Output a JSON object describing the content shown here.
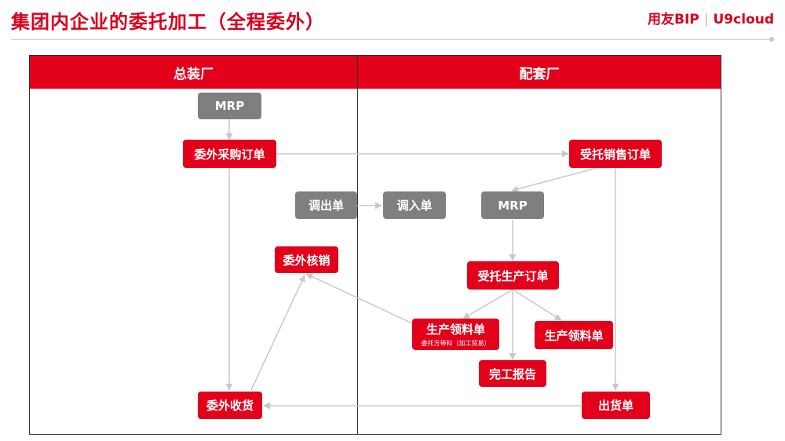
{
  "title": "集团内企业的委托加工（全程委外）",
  "logo": {
    "brand1": "用友BIP",
    "sep": "|",
    "brand2": "U9cloud"
  },
  "columns": {
    "left": "总装厂",
    "right": "配套厂"
  },
  "nodes": {
    "mrp_left": "MRP",
    "po_out": "委外采购订单",
    "transfer_out": "调出单",
    "transfer_in": "调入单",
    "sales_order": "受托销售订单",
    "mrp_right": "MRP",
    "write_off": "委外核销",
    "prod_order": "受托生产订单",
    "pick_1": "生产领料单",
    "pick_1_sub": "委托方带料（加工贸易）",
    "pick_2": "生产领料单",
    "completion": "完工报告",
    "receipt": "委外收货",
    "shipment": "出货单"
  },
  "colors": {
    "accent": "#e2001a",
    "gray_node": "#7f7f7f",
    "arrow": "#c8c8c8"
  }
}
